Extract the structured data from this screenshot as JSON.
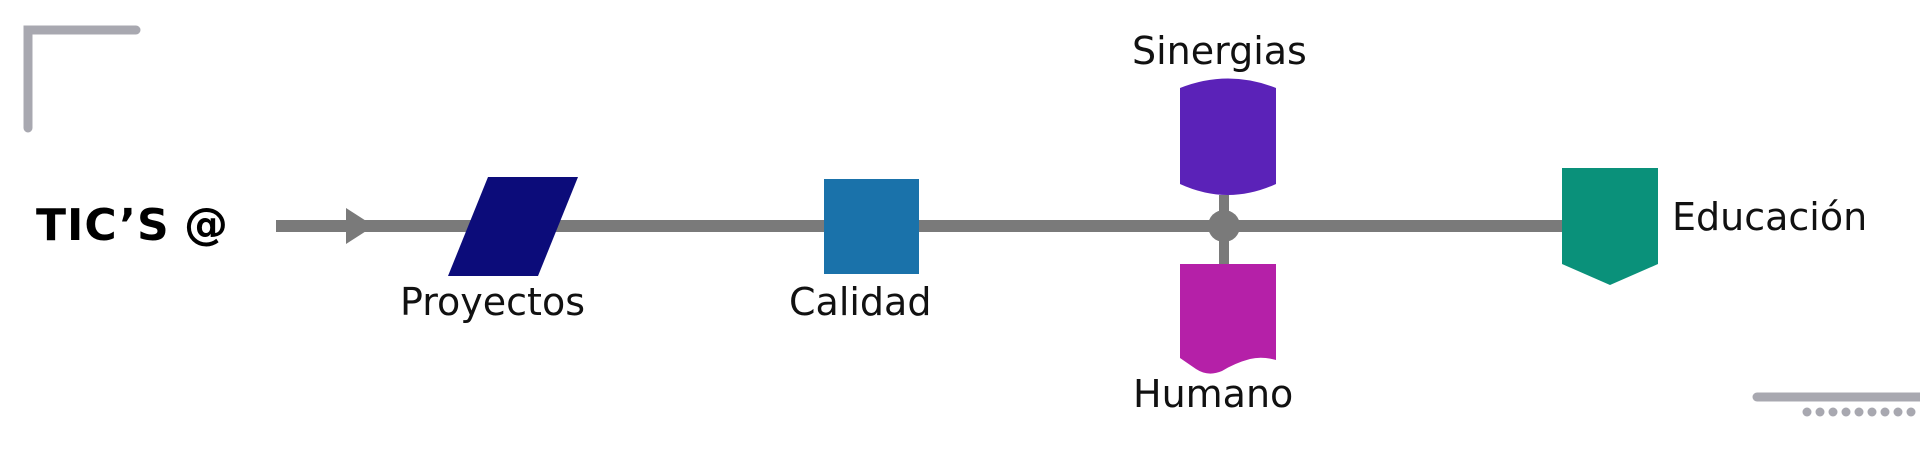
{
  "diagram": {
    "title": "TIC’S",
    "title_symbol": "@",
    "nodes": [
      {
        "label": "Proyectos",
        "shape": "parallelogram",
        "color": "#0c0c7a"
      },
      {
        "label": "Calidad",
        "shape": "square",
        "color": "#1a72aa"
      },
      {
        "label": "Sinergias",
        "shape": "curved-top-bottom",
        "color": "#5b22b8"
      },
      {
        "label": "Humano",
        "shape": "document",
        "color": "#b520a8"
      },
      {
        "label": "Educación",
        "shape": "pentagon-down",
        "color": "#0a917a"
      }
    ],
    "colors": {
      "line": "#7a7a7a",
      "corner": "#a8a8b0",
      "text": "#111111"
    }
  }
}
